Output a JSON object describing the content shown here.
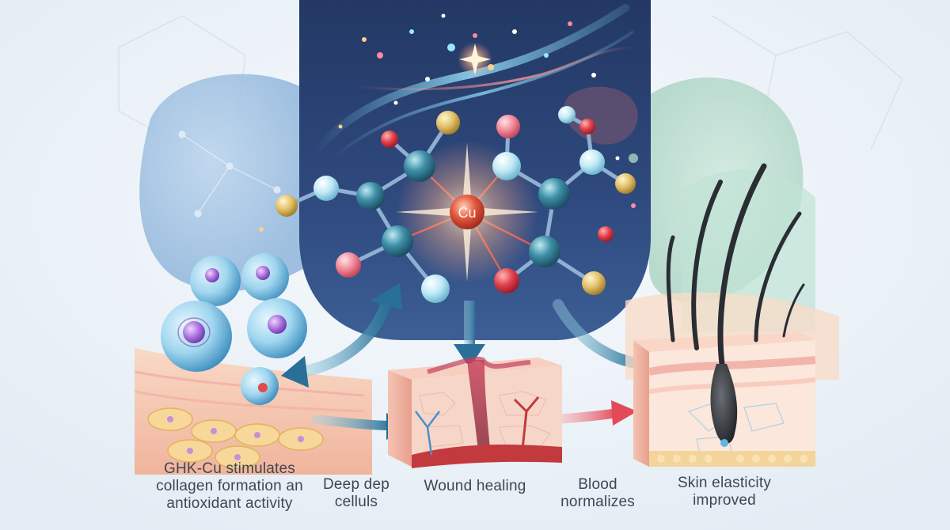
{
  "molecule": {
    "center_atom": "Cu"
  },
  "captions": {
    "collagen": {
      "line1": "GHK-Cu stimulates",
      "line2": "collagen formation an",
      "line3": "antioxidant activity"
    },
    "deep_cells": {
      "line1": "Deep dep",
      "line2": "celluls"
    },
    "wound": {
      "line1": "Wound healing"
    },
    "blood": {
      "line1": "Blood",
      "line2": "normalizes"
    },
    "skin": {
      "line1": "Skin elasticity",
      "line2": "improved"
    }
  },
  "colors": {
    "background": "#eef3f8",
    "panel_dark": "#2a3e6e",
    "copper_core": "#d8452f",
    "arrow_teal": "#2f7fa0",
    "arrow_red": "#e24a57",
    "skin_pink": "#f6c9b6",
    "caption_text": "#3d4753"
  },
  "icons": [
    "cell-icon",
    "molecule-icon",
    "hair-follicle-icon",
    "skin-layer-icon",
    "blood-vessel-icon"
  ]
}
